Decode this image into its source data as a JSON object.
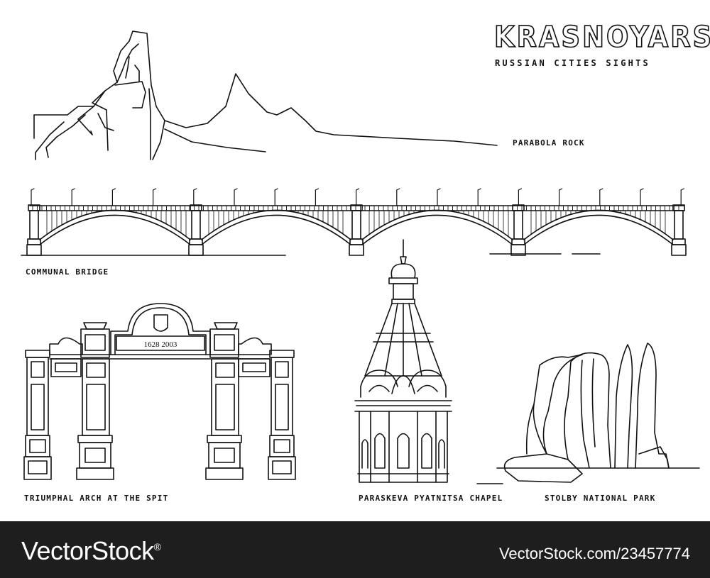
{
  "header": {
    "title": "KRASNOYARSK",
    "subtitle": "RUSSIAN CITIES SIGHTS"
  },
  "sights": {
    "parabola_rock": "PARABOLA ROCK",
    "communal_bridge": "COMMUNAL BRIDGE",
    "triumphal_arch": "TRIUMPHAL ARCH AT THE SPIT",
    "arch_years": "1628  2003",
    "chapel": "PARASKEVA PYATNITSA CHAPEL",
    "stolby": "STOLBY NATIONAL PARK"
  },
  "footer": {
    "brand": "VectorStock",
    "registered": "®",
    "stock_id": "VectorStock.com/23457774"
  },
  "colors": {
    "line": "#111111",
    "background": "#ffffff",
    "footer_bg": "#1e1e1e",
    "footer_text": "#ffffff"
  }
}
